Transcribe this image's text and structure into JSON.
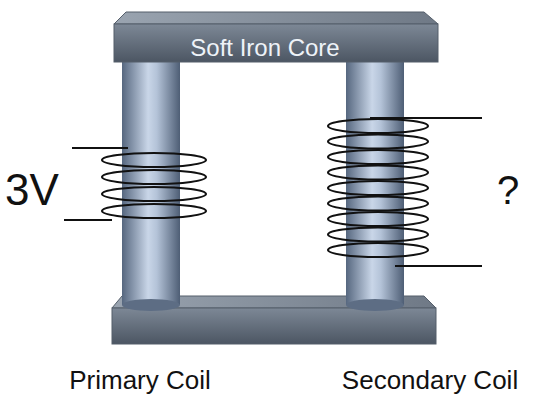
{
  "diagram": {
    "labels": [
      "Soft Iron Core",
      "3V",
      "?",
      "Primary Coil",
      "Secondary Coil"
    ]
  }
}
